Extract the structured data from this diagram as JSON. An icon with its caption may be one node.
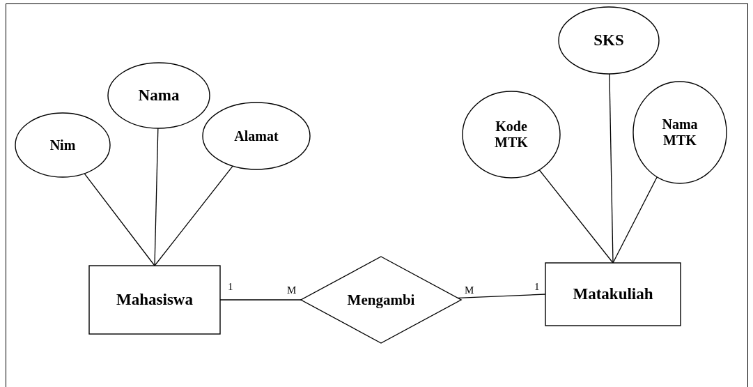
{
  "diagram": {
    "nodes": [
      {
        "text": [
          "Mahasiswa"
        ]
      },
      {
        "text": [
          "Nim"
        ]
      },
      {
        "text": [
          "Nama"
        ]
      },
      {
        "text": [
          "Alamat"
        ]
      },
      {
        "text": [
          "Mengambi"
        ]
      },
      {
        "text": [
          "Matakuliah"
        ]
      },
      {
        "text": [
          "Kode MTK"
        ]
      },
      {
        "text": [
          "SKS"
        ]
      },
      {
        "text": [
          "Nama MTK"
        ]
      }
    ],
    "edges": [
      {
        "from": 1,
        "to": 0,
        "arrow": "none"
      },
      {
        "from": 2,
        "to": 0,
        "arrow": "none"
      },
      {
        "from": 3,
        "to": 0,
        "arrow": "none"
      },
      {
        "from": 0,
        "to": 4,
        "arrow": "none"
      },
      {
        "from": 4,
        "to": 5,
        "arrow": "none"
      },
      {
        "from": 6,
        "to": 5,
        "arrow": "none"
      },
      {
        "from": 7,
        "to": 5,
        "arrow": "none"
      },
      {
        "from": 8,
        "to": 5,
        "arrow": "none"
      }
    ],
    "labels": [
      "1",
      "M",
      "M",
      "1"
    ]
  }
}
